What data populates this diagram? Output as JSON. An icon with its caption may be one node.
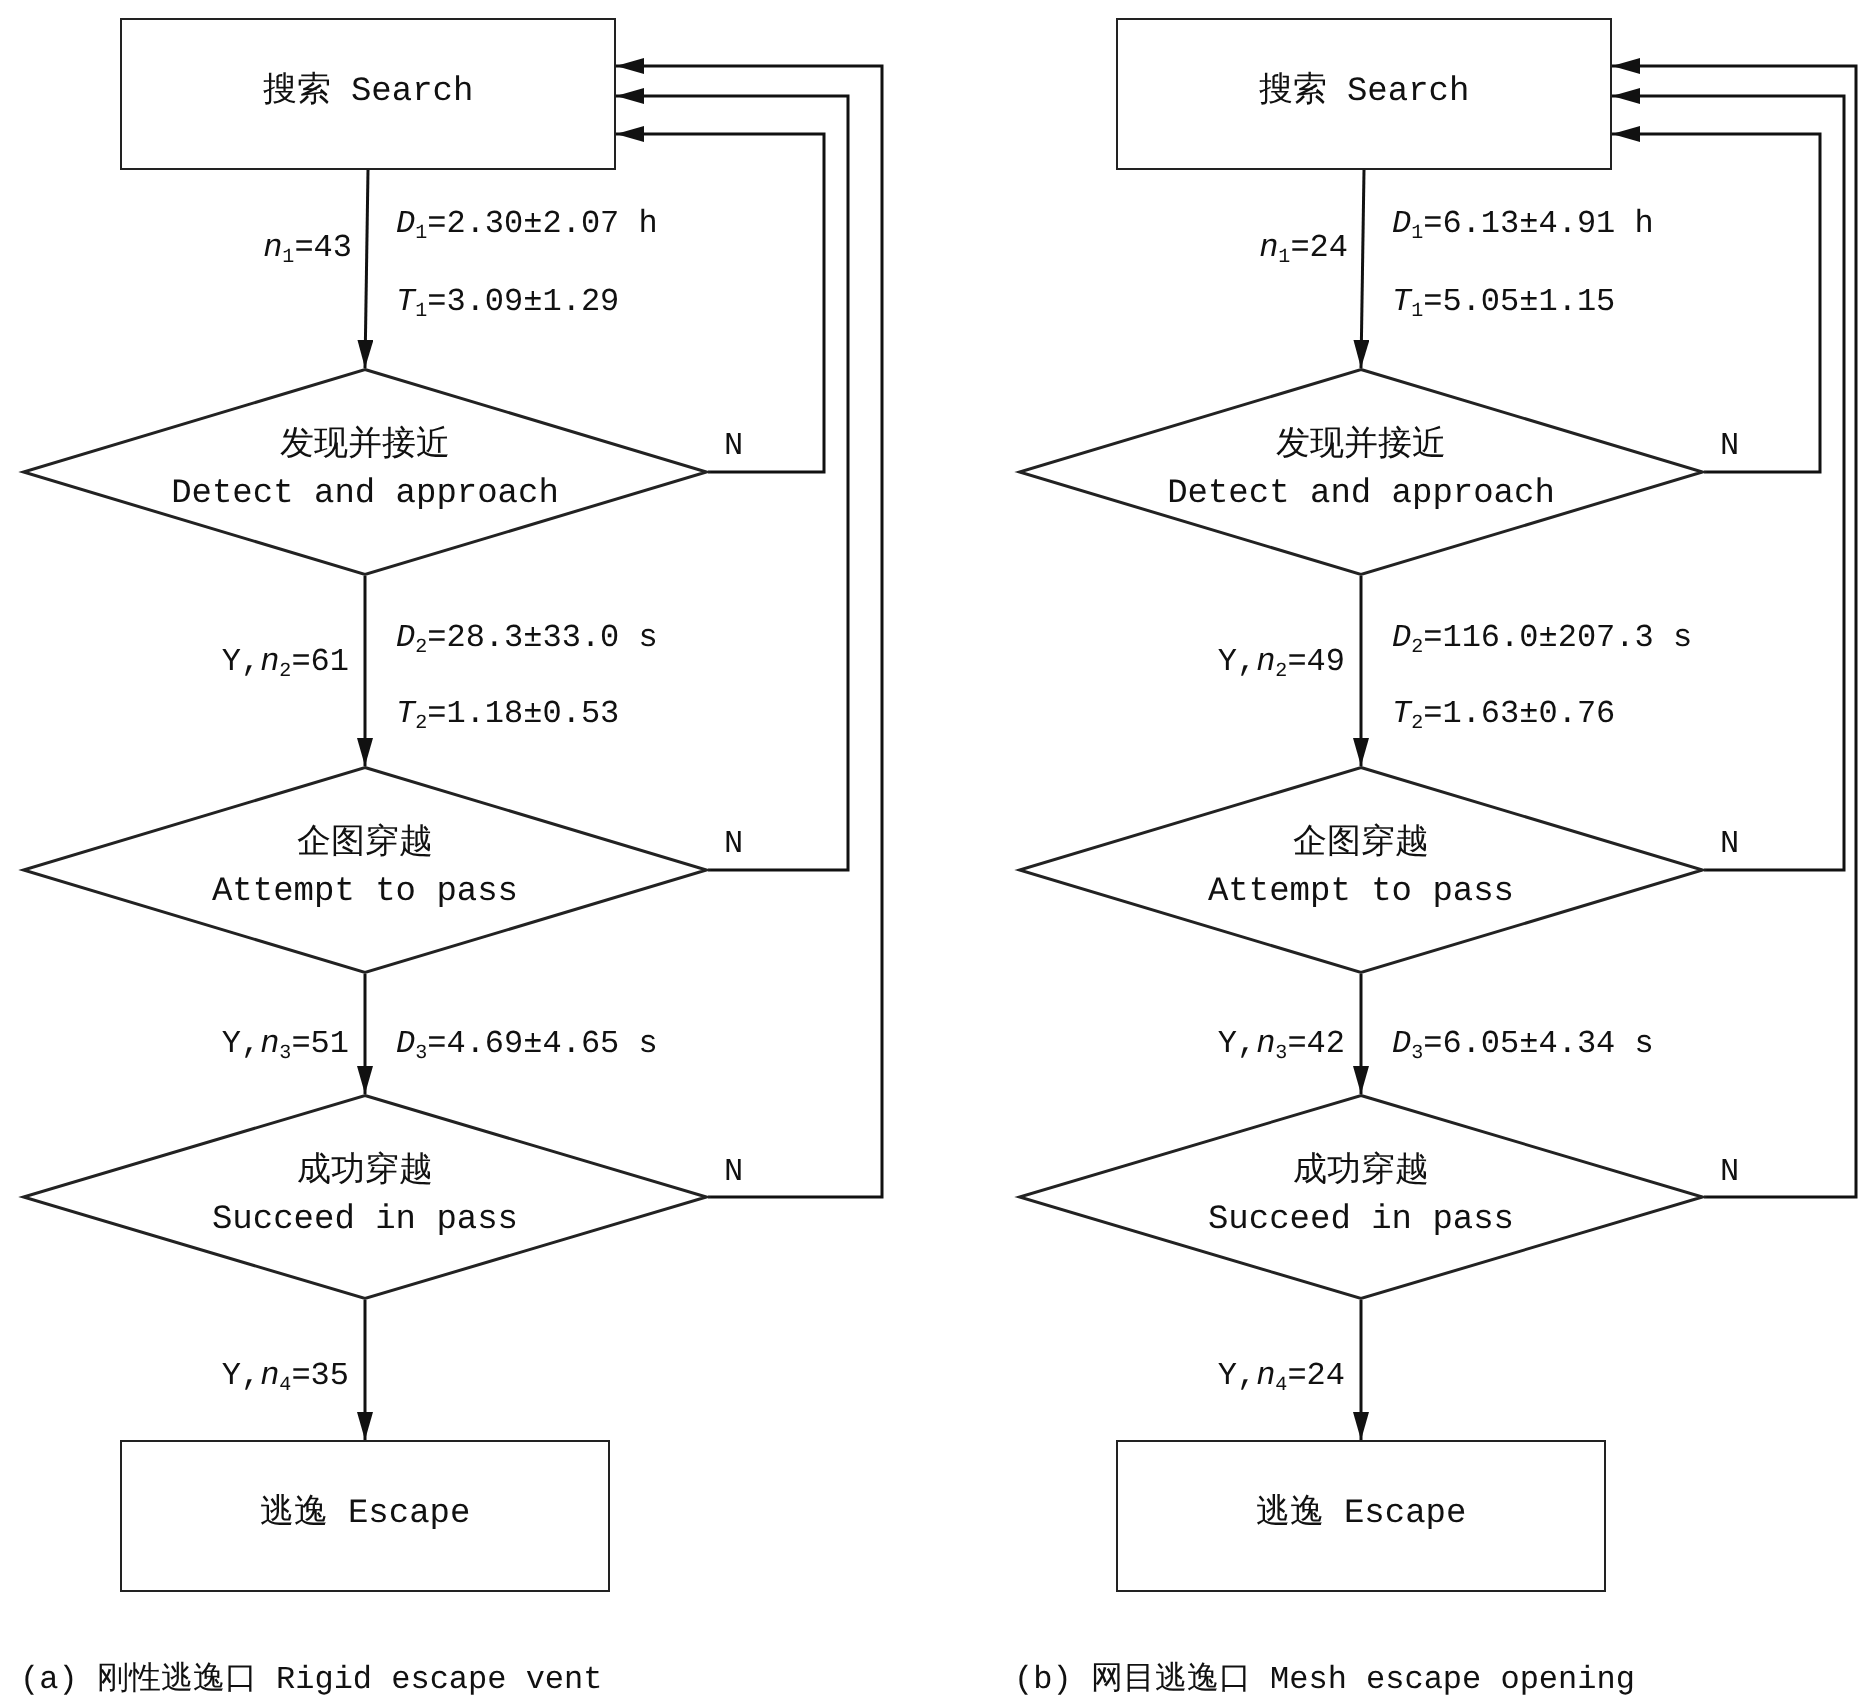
{
  "diagram": {
    "nodes": [
      {
        "text": [
          "搜索 Search"
        ]
      },
      {
        "text": [
          "发现并接近",
          "Detect and approach"
        ]
      },
      {
        "text": [
          "企图穿越",
          "Attempt to pass"
        ]
      },
      {
        "text": [
          "成功穿越",
          "Succeed in pass"
        ]
      },
      {
        "text": [
          "逃逸 Escape"
        ]
      },
      {
        "text": [
          "搜索 Search"
        ]
      },
      {
        "text": [
          "发现并接近",
          "Detect and approach"
        ]
      },
      {
        "text": [
          "企图穿越",
          "Attempt to pass"
        ]
      },
      {
        "text": [
          "成功穿越",
          "Succeed in pass"
        ]
      },
      {
        "text": [
          "逃逸 Escape"
        ]
      }
    ],
    "edges": [
      {
        "from": 0,
        "to": 1,
        "arrow": "to",
        "label": "*n*$_{1}$=43"
      },
      {
        "from": 1,
        "to": 2,
        "arrow": "to",
        "label": "Y,*n*$_{2}$=61"
      },
      {
        "from": 2,
        "to": 3,
        "arrow": "to",
        "label": "Y,*n*$_{3}$=51"
      },
      {
        "from": 3,
        "to": 4,
        "arrow": "to",
        "label": "Y,*n*$_{4}$=35"
      },
      {
        "from": 1,
        "to": 0,
        "arrow": "to",
        "label": "N"
      },
      {
        "from": 2,
        "to": 0,
        "arrow": "to",
        "label": "N"
      },
      {
        "from": 3,
        "to": 0,
        "arrow": "to",
        "label": "N"
      },
      {
        "from": 5,
        "to": 6,
        "arrow": "to",
        "label": "*n*$_{1}$=24"
      },
      {
        "from": 6,
        "to": 7,
        "arrow": "to",
        "label": "Y,*n*$_{2}$=49"
      },
      {
        "from": 7,
        "to": 8,
        "arrow": "to",
        "label": "Y,*n*$_{3}$=42"
      },
      {
        "from": 8,
        "to": 9,
        "arrow": "to",
        "label": "Y,*n*$_{4}$=24"
      },
      {
        "from": 6,
        "to": 5,
        "arrow": "to",
        "label": "N"
      },
      {
        "from": 7,
        "to": 5,
        "arrow": "to",
        "label": "N"
      },
      {
        "from": 8,
        "to": 5,
        "arrow": "to",
        "label": "N"
      }
    ],
    "labels": [
      "*D*$_{1}$=2.30±2.07 h",
      "*T*$_{1}$=3.09±1.29",
      "*D*$_{2}$=28.3±33.0 s",
      "*T*$_{2}$=1.18±0.53",
      "*D*$_{3}$=4.69±4.65 s",
      "*D*$_{1}$=6.13±4.91 h",
      "*T*$_{1}$=5.05±1.15",
      "*D*$_{2}$=116.0±207.3 s",
      "*T*$_{2}$=1.63±0.76",
      "*D*$_{3}$=6.05±4.34 s",
      "(a) 刚性逃逸口 Rigid escape vent",
      "(b) 网目逃逸口 Mesh escape opening"
    ]
  }
}
